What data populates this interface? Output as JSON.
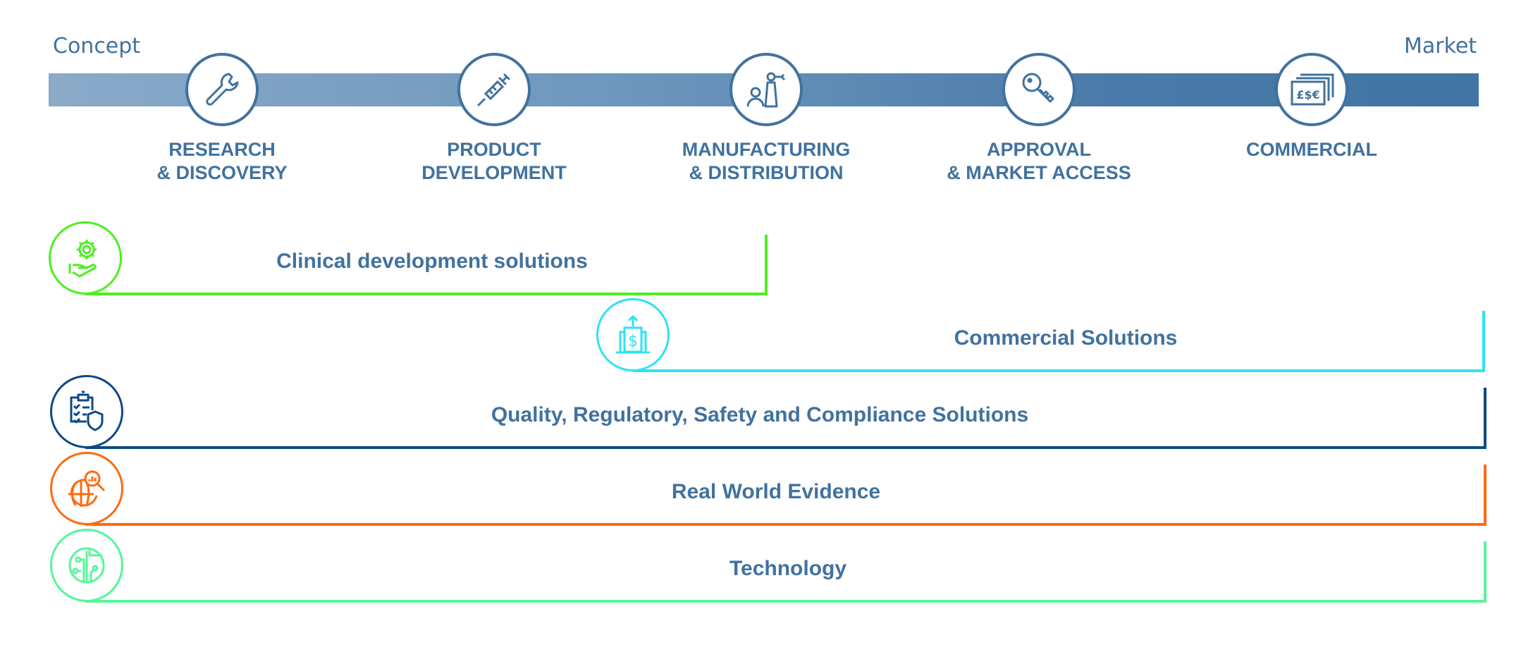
{
  "timeline": {
    "start_label": "Concept",
    "end_label": "Market",
    "band_color_start": "#8aaac8",
    "band_color_end": "#4275a4",
    "stages": [
      {
        "icon": "wrench-icon",
        "line1": "RESEARCH",
        "line2": "& DISCOVERY"
      },
      {
        "icon": "syringe-icon",
        "line1": "PRODUCT",
        "line2": "DEVELOPMENT"
      },
      {
        "icon": "robot-arm-worker-icon",
        "line1": "MANUFACTURING",
        "line2": "& DISTRIBUTION"
      },
      {
        "icon": "key-icon",
        "line1": "APPROVAL",
        "line2": "& MARKET ACCESS"
      },
      {
        "icon": "currency-notes-icon",
        "line1": "COMMERCIAL",
        "line2": ""
      }
    ]
  },
  "solutions": [
    {
      "label": "Clinical development solutions",
      "icon": "gear-in-hand-icon",
      "color": "#4cf01f"
    },
    {
      "label": "Commercial Solutions",
      "icon": "building-dollar-growth-icon",
      "color": "#2ee3f5"
    },
    {
      "label": "Quality, Regulatory, Safety and Compliance Solutions",
      "icon": "clipboard-shield-icon",
      "color": "#0e4a85"
    },
    {
      "label": "Real World Evidence",
      "icon": "globe-magnifier-icon",
      "color": "#ff6a10"
    },
    {
      "label": "Technology",
      "icon": "circuit-globe-icon",
      "color": "#57f59b"
    }
  ]
}
